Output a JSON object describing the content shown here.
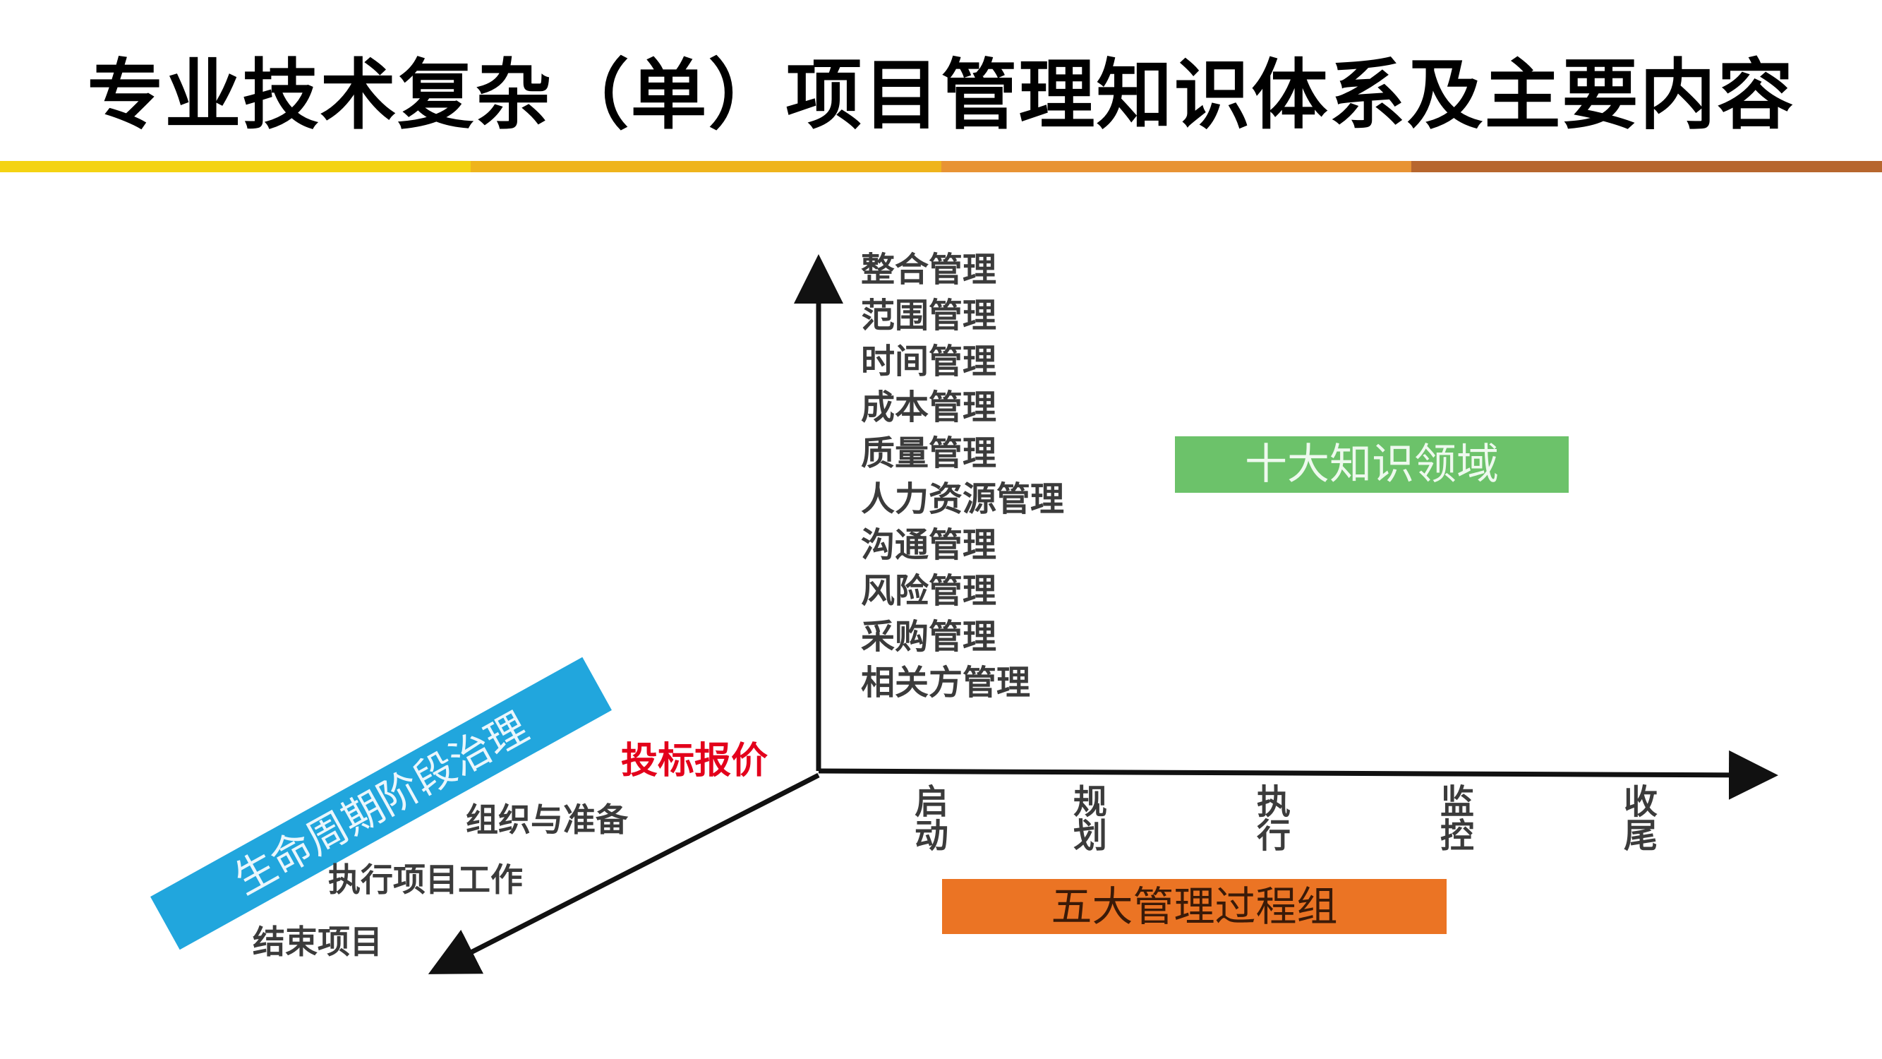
{
  "title": "专业技术复杂（单）项目管理知识体系及主要内容",
  "colors": {
    "bar": [
      "#f4d313",
      "#efb41c",
      "#e89334",
      "#b7662e"
    ],
    "green_box": "#6cc26a",
    "orange_box": "#eb7424",
    "blue_box": "#21a6dd",
    "bid_text": "#e3001b",
    "axis": "#111111"
  },
  "knowledge_areas": {
    "label": "十大知识领域",
    "items": [
      "整合管理",
      "范围管理",
      "时间管理",
      "成本管理",
      "质量管理",
      "人力资源管理",
      "沟通管理",
      "风险管理",
      "采购管理",
      "相关方管理"
    ]
  },
  "process_groups": {
    "label": "五大管理过程组",
    "items": [
      "启动",
      "规划",
      "执行",
      "监控",
      "收尾"
    ]
  },
  "lifecycle": {
    "label": "生命周期阶段治理",
    "items": [
      "组织与准备",
      "执行项目工作",
      "结束项目"
    ]
  },
  "bid_label": "投标报价"
}
